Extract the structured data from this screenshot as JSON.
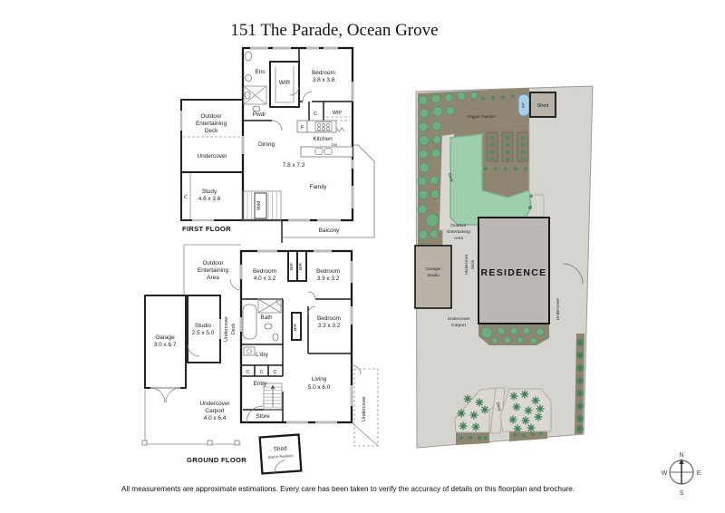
{
  "title": "151 The Parade, Ocean Grove",
  "disclaimer": "All measurements are approximate estimations. Every care has been taken to verify the accuracy of details on this floorplan and brochure.",
  "palette": {
    "wall": "#1a1a1a",
    "window": "#bcbcbc",
    "garden": "#8e8671",
    "planter": "#87806c",
    "lawn": "#9ecfad",
    "lawn_edge": "#7fb28f",
    "tree": "#6fae83",
    "palm": "#3e7f55",
    "water_tank": "#a8cfe6",
    "building": "#bcb7b4",
    "outbuilding": "#b9b3aa",
    "paving": "#d6d4ce"
  },
  "first_floor": {
    "title": "FIRST FLOOR",
    "ens": "Ens",
    "wir": "WIR",
    "bedroom": "Bedroom",
    "bedroom_dims": "3.8 x 3.8",
    "pwdr": "Pwdr",
    "c1": "C",
    "wip": "WIP",
    "f": "F",
    "dw": "DW",
    "kitchen": "Kitchen",
    "dining": "Dining",
    "dims": "7.8 x 7.3",
    "family": "Family",
    "void": "Void",
    "balcony": "Balcony",
    "deck1": "Outdoor",
    "deck2": "Entertaining",
    "deck3": "Deck",
    "undercover": "Undercover",
    "study": "Study",
    "study_dims": "4.6 x 3.6",
    "c2": "C"
  },
  "ground_floor": {
    "title": "GROUND FLOOR",
    "oea1": "Outdoor",
    "oea2": "Entertaining",
    "oea3": "Area",
    "bed1": "Bedroom",
    "bed1_dims": "4.0 x 3.2",
    "bir": "BIR",
    "bed2": "Bedroom",
    "bed2_dims": "3.9 x 3.2",
    "bed3": "Bedroom",
    "bed3_dims": "3.3 x 3.2",
    "bath": "Bath",
    "studio": "Studio",
    "studio_dims": "2.5 x 5.0",
    "deck_label1": "Undercover",
    "deck_label2": "Deck",
    "garage": "Garage",
    "garage_dims": "3.0 x 6.7",
    "ldry": "L'dry",
    "c": "C",
    "entry": "Entry",
    "living": "Living",
    "living_dims": "5.0 x 6.0",
    "store": "Store",
    "undercover": "Undercover",
    "carport1": "Undercover",
    "carport2": "Carport",
    "carport3": "4.0 x 6.4",
    "shed": "Shed",
    "shed_note": "(Not In Position)"
  },
  "site_plan": {
    "veggie_garden": "Veggie Garden",
    "wt": "WT",
    "shed": "Shed",
    "deck_upper": "Deck",
    "oea1": "Outdoor",
    "oea2": "Entertaining",
    "oea3": "Area",
    "garage1": "Garage/",
    "garage2": "Studio",
    "deck1": "Undercover",
    "deck2": "Deck",
    "residence": "RESIDENCE",
    "carport1": "Undercover",
    "carport2": "Carport",
    "undercover": "Undercover",
    "deck_lower": "Deck"
  },
  "compass": {
    "n": "N",
    "e": "E",
    "s": "S",
    "w": "W"
  }
}
